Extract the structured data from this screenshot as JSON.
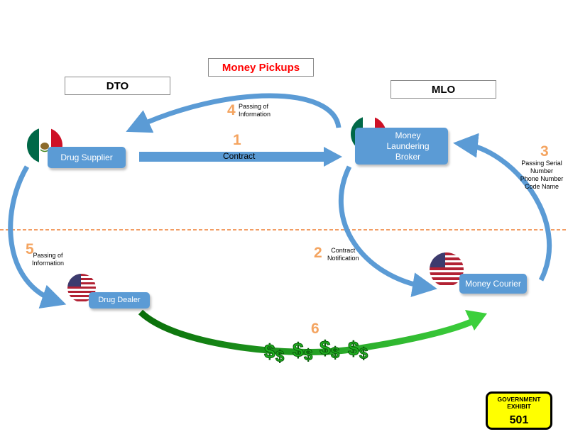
{
  "headers": {
    "dto": "DTO",
    "mlo": "MLO",
    "money_pickups": "Money Pickups",
    "money_pickups_color": "#ff0000"
  },
  "nodes": {
    "drug_supplier": "Drug Supplier",
    "money_laundering_broker": "Money\nLaundering\nBroker",
    "drug_dealer": "Drug Dealer",
    "money_courier": "Money Courier"
  },
  "steps": [
    {
      "number": "1",
      "label": "Contract"
    },
    {
      "number": "2",
      "label": "Contract\nNotification"
    },
    {
      "number": "3",
      "label": "Passing Serial\nNumber\nPhone Number\nCode Name"
    },
    {
      "number": "4",
      "label": "Passing of\nInformation"
    },
    {
      "number": "5",
      "label": "Passing of\nInformation"
    },
    {
      "number": "6",
      "label": ""
    }
  ],
  "flags": {
    "mexico": "mexico-flag-icon",
    "usa": "usa-flag-icon"
  },
  "money_icons": [
    "dollar-sign-icon",
    "dollar-sign-icon",
    "dollar-sign-icon",
    "dollar-sign-icon"
  ],
  "exhibit": {
    "title": "GOVERNMENT\nEXHIBIT",
    "number": "501"
  },
  "colors": {
    "node_blue": "#5b9bd5",
    "money_green": "#1fb01f",
    "step_number_orange": "#f4a460",
    "divider_orange": "#ed7d31",
    "exhibit_yellow": "#ffff00"
  }
}
